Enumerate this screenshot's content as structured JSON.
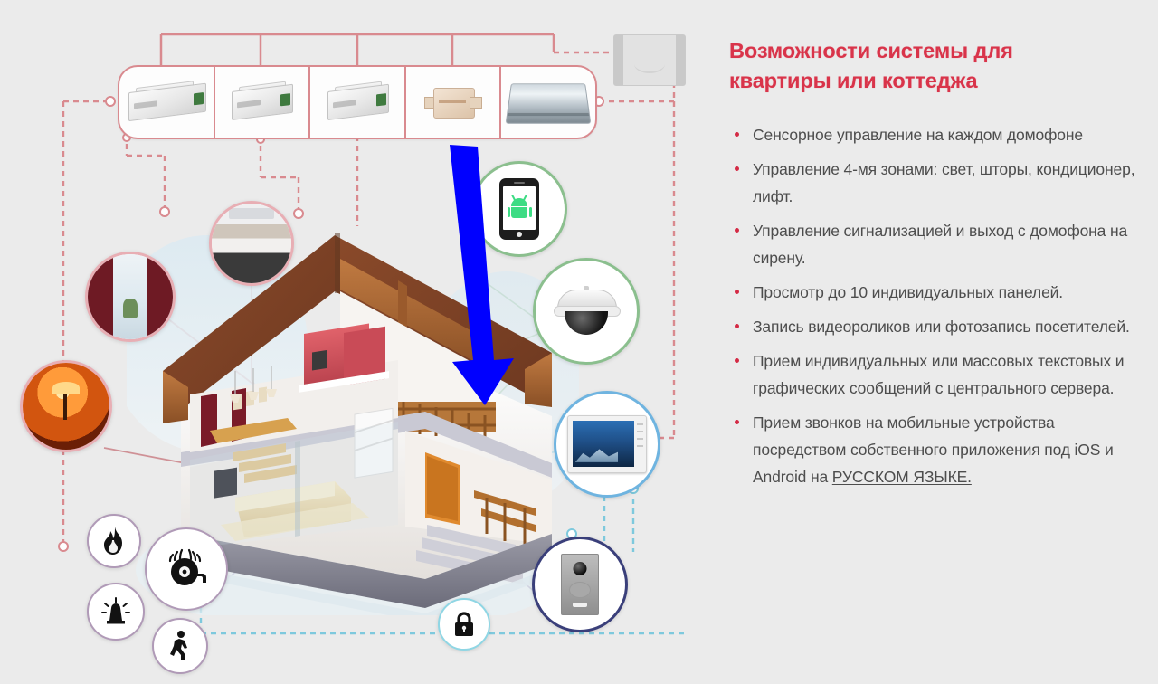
{
  "background_color": "#ebebeb",
  "panel": {
    "title_lines": [
      "Возможности системы для",
      "квартиры или коттеджа"
    ],
    "title_color": "#d9344a",
    "bullet_color": "#d42a45",
    "text_color": "#4d4d4d",
    "features": [
      {
        "text": "Сенсорное управление на каждом домофоне"
      },
      {
        "text": "Управление 4-мя зонами: свет, шторы, кондиционер, лифт."
      },
      {
        "text": "Управление сигнализацией и выход с домофона на сирену."
      },
      {
        "text": "Просмотр до 10 индивидуальных панелей."
      },
      {
        "text": "Запись видеороликов или фотозапись посетителей."
      },
      {
        "text": "Прием индивидуальных или массовых текстовых и графических сообщений с центрального сервера."
      },
      {
        "text": "Прием звонков на мобильные устройства посредством собственного приложения под iOS и Android на ",
        "underlined_tail": "РУССКОМ ЯЗЫКЕ."
      }
    ]
  },
  "diagram": {
    "rail": {
      "border_color": "#d98a8f",
      "modules": [
        {
          "name": "din-module-wide",
          "kind": "din-wide"
        },
        {
          "name": "din-module-2",
          "kind": "din"
        },
        {
          "name": "din-module-3",
          "kind": "din"
        },
        {
          "name": "beige-module",
          "kind": "beige"
        },
        {
          "name": "metal-plate",
          "kind": "plate"
        }
      ]
    },
    "gray_box": {
      "name": "enclosure-box"
    },
    "arrow": {
      "color": "#0000ff",
      "direction": "down"
    },
    "bubbles": [
      {
        "name": "bubble-curtains",
        "ring": "pink",
        "kind": "photo-curtain"
      },
      {
        "name": "bubble-lamp",
        "ring": "pink",
        "kind": "photo-lamp"
      },
      {
        "name": "bubble-air-conditioner",
        "ring": "pink",
        "kind": "photo-ac"
      },
      {
        "name": "bubble-android-phone",
        "ring": "green",
        "kind": "phone"
      },
      {
        "name": "bubble-dome-camera",
        "ring": "green",
        "kind": "dome"
      },
      {
        "name": "bubble-video-monitor",
        "ring": "blue",
        "kind": "monitor"
      },
      {
        "name": "bubble-door-station",
        "ring": "navy",
        "kind": "doorstation"
      },
      {
        "name": "bubble-fire-sensor",
        "ring": "purple",
        "kind": "glyph",
        "glyph": "flame-icon",
        "char": "🔥"
      },
      {
        "name": "bubble-alarm-bell",
        "ring": "purple",
        "kind": "glyph",
        "glyph": "bell-alarm-icon",
        "char": "⏱"
      },
      {
        "name": "bubble-siren",
        "ring": "purple",
        "kind": "glyph",
        "glyph": "siren-icon",
        "char": "★"
      },
      {
        "name": "bubble-motion-sensor",
        "ring": "purple",
        "kind": "glyph",
        "glyph": "walking-person-icon",
        "char": "🚶"
      },
      {
        "name": "bubble-lock",
        "ring": "cyan",
        "kind": "glyph",
        "glyph": "lock-icon",
        "char": "🔒"
      }
    ],
    "link_colors": {
      "red_dashed": "#d98a8f",
      "cyan_dashed": "#7ec9dd",
      "green_solid": "#9fc49c",
      "pink_solid": "#d98a8f",
      "purple_solid": "#9d8fb5"
    }
  }
}
